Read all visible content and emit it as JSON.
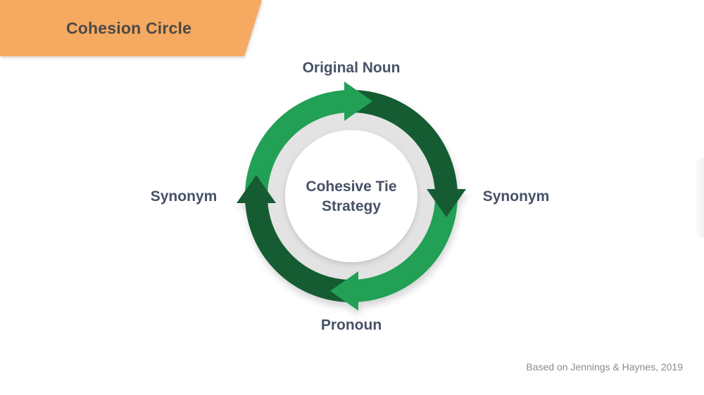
{
  "slide": {
    "title": "Cohesion Circle",
    "attribution": "Based on Jennings & Haynes, 2019"
  },
  "diagram": {
    "center_label": "Cohesive Tie Strategy",
    "cycle_direction": "clockwise",
    "nodes": [
      {
        "position": "top",
        "label": "Original Noun"
      },
      {
        "position": "right",
        "label": "Synonym"
      },
      {
        "position": "bottom",
        "label": "Pronoun"
      },
      {
        "position": "left",
        "label": "Synonym"
      }
    ],
    "colors": {
      "arc_medium_green": "#23A056",
      "arc_dark_green": "#135C33",
      "ring_gray": "#E3E3E3",
      "banner_orange": "#F6A961",
      "label_slate": "#475166",
      "attribution_gray": "#8B8B8B"
    }
  }
}
